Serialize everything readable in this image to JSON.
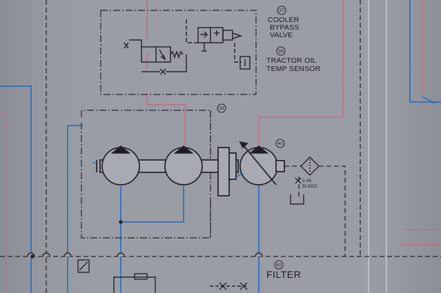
{
  "labels": {
    "cooler_num": "37",
    "cooler_line1": "COOLER",
    "cooler_line2": "BYPASS",
    "cooler_line3": "VALVE",
    "temp_num": "38",
    "temp_line1": "TRACTOR OIL",
    "temp_line2": "TEMP SENSOR",
    "pump_num": "39",
    "motor_num": "40",
    "bleed_line1": "0.45",
    "bleed_line2": "BLEED",
    "filter_num": "42",
    "filter_label": "FILTER"
  },
  "colors": {
    "paper": "#9a9da4",
    "line": "#26262e",
    "hydraulic_blue": "#2f6fc4",
    "signal_pink": "#c66a84"
  }
}
